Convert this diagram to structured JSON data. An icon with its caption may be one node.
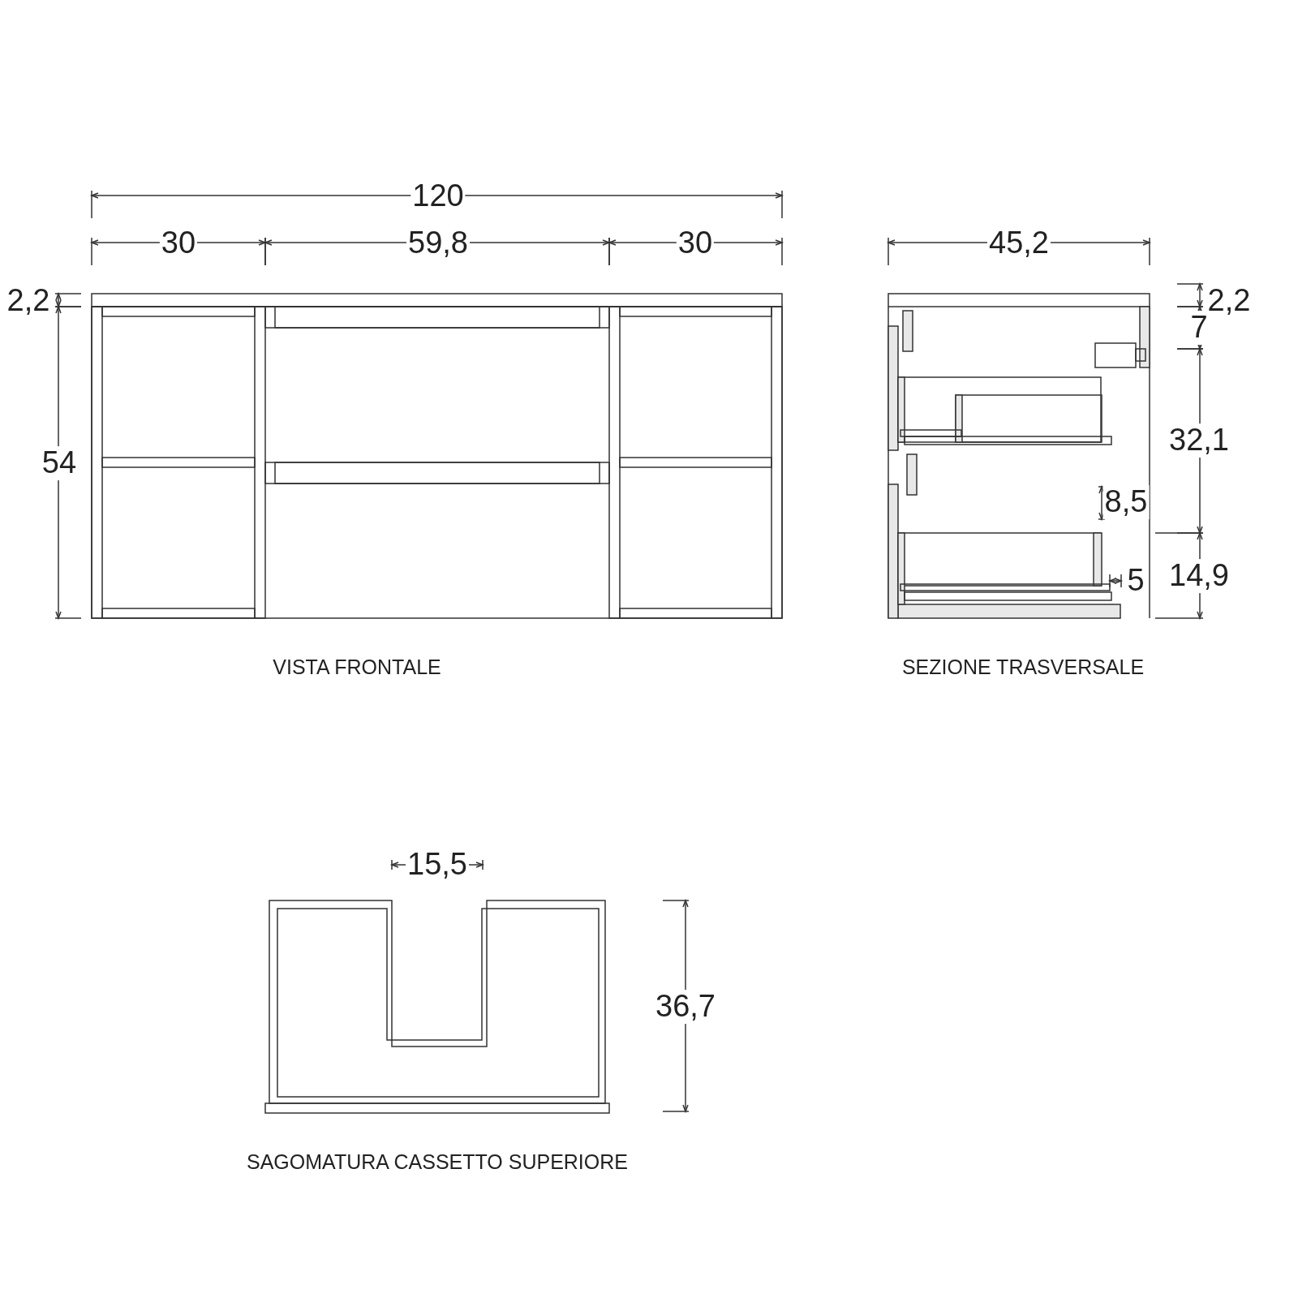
{
  "diagram": {
    "labels": [
      "120",
      "30",
      "59,8",
      "30",
      "45,2",
      "2,2",
      "2,2",
      "7",
      "54",
      "32,1",
      "8,5",
      "5",
      "14,9",
      "VISTA FRONTALE",
      "SEZIONE TRASVERSALE",
      "15,5",
      "36,7",
      "SAGOMATURA CASSETTO SUPERIORE"
    ]
  }
}
